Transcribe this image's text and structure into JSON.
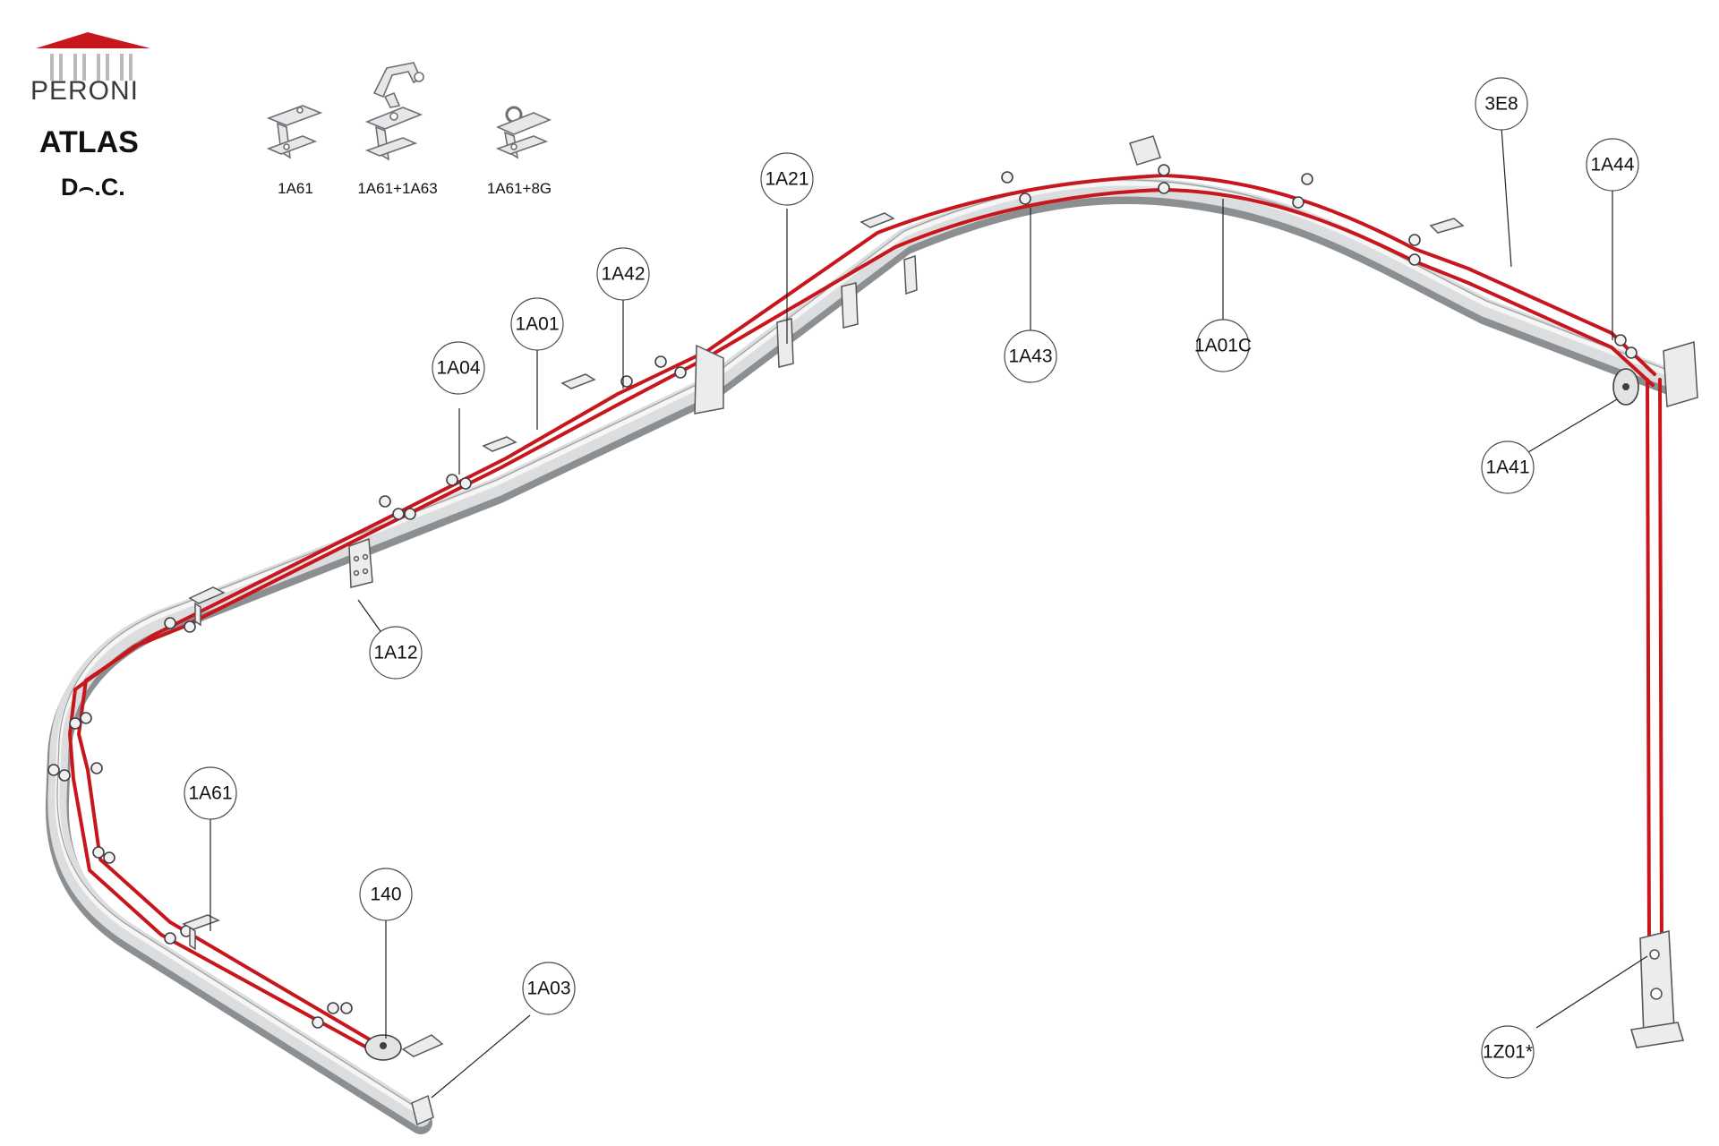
{
  "brand": {
    "name": "PERONI",
    "product": "ATLAS",
    "variant": "D⌢.C.",
    "accent_color": "#c8161d"
  },
  "legend": {
    "items": [
      {
        "label": "1A61"
      },
      {
        "label": "1A61+1A63"
      },
      {
        "label": "1A61+8G"
      }
    ]
  },
  "diagram": {
    "rail_color": "#d9dadb",
    "rail_edge_color": "#8c8f92",
    "cord_color": "#c8161d",
    "callouts": [
      {
        "id": "1A61",
        "label": "1A61"
      },
      {
        "id": "1A12",
        "label": "1A12"
      },
      {
        "id": "1A04",
        "label": "1A04"
      },
      {
        "id": "1A01",
        "label": "1A01"
      },
      {
        "id": "1A42",
        "label": "1A42"
      },
      {
        "id": "1A21",
        "label": "1A21"
      },
      {
        "id": "1A43",
        "label": "1A43"
      },
      {
        "id": "1A01C",
        "label": "1A01C"
      },
      {
        "id": "3E8",
        "label": "3E8"
      },
      {
        "id": "1A44",
        "label": "1A44"
      },
      {
        "id": "1A41",
        "label": "1A41"
      },
      {
        "id": "140",
        "label": "140"
      },
      {
        "id": "1A03",
        "label": "1A03"
      },
      {
        "id": "1Z01",
        "label": "1Z01*"
      }
    ]
  }
}
